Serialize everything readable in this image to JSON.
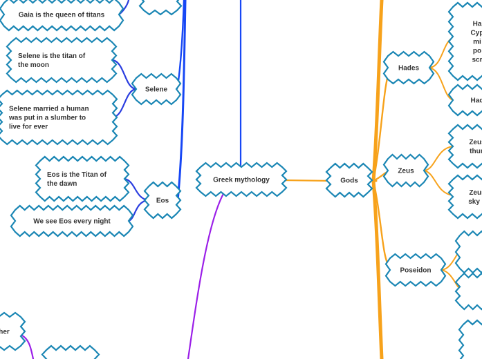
{
  "central": {
    "id": "root",
    "text": [
      "Greek mythology"
    ]
  },
  "nodes": [
    {
      "id": "gaia-queen",
      "text": [
        "Gaia is the queen of titans"
      ],
      "interactable": true
    },
    {
      "id": "selene-moon",
      "text": [
        "Selene is the titan of",
        "the moon"
      ],
      "interactable": true
    },
    {
      "id": "selene-married",
      "text": [
        "Selene married a human",
        "was put in a slumber to",
        "live for ever"
      ],
      "interactable": true
    },
    {
      "id": "selene",
      "text": [
        "Selene"
      ],
      "interactable": true
    },
    {
      "id": "eos-dawn",
      "text": [
        "Eos is the Titan of",
        "the dawn"
      ],
      "interactable": true
    },
    {
      "id": "eos-night",
      "text": [
        "We see Eos every night"
      ],
      "interactable": true
    },
    {
      "id": "eos",
      "text": [
        "Eos"
      ],
      "interactable": true
    },
    {
      "id": "gods",
      "text": [
        "Gods"
      ],
      "interactable": true
    },
    {
      "id": "hades",
      "text": [
        "Hades"
      ],
      "interactable": true
    },
    {
      "id": "zeus",
      "text": [
        "Zeus"
      ],
      "interactable": true
    },
    {
      "id": "poseidon",
      "text": [
        "Poseidon"
      ],
      "interactable": true
    },
    {
      "id": "hades-fact-1",
      "text": [
        "Ha",
        "Cyp",
        "mi",
        "po",
        "scr"
      ],
      "interactable": true
    },
    {
      "id": "hades-fact-2",
      "text": [
        "Had"
      ],
      "interactable": true
    },
    {
      "id": "zeus-fact-1",
      "text": [
        "Zeus",
        "thun"
      ],
      "interactable": true
    },
    {
      "id": "zeus-fact-2",
      "text": [
        "Zeus",
        "sky g"
      ],
      "interactable": true
    },
    {
      "id": "left-edge-node",
      "text": [
        "her"
      ],
      "interactable": true
    }
  ],
  "colors": {
    "node_border": "#1a86b4",
    "node_fill": "#ffffff",
    "node_text": "#333333",
    "branch_blue": "#1747f5",
    "branch_orange": "#f7a21b",
    "branch_purple": "#9b1fe8",
    "branch_navy": "#2b3ee0"
  }
}
